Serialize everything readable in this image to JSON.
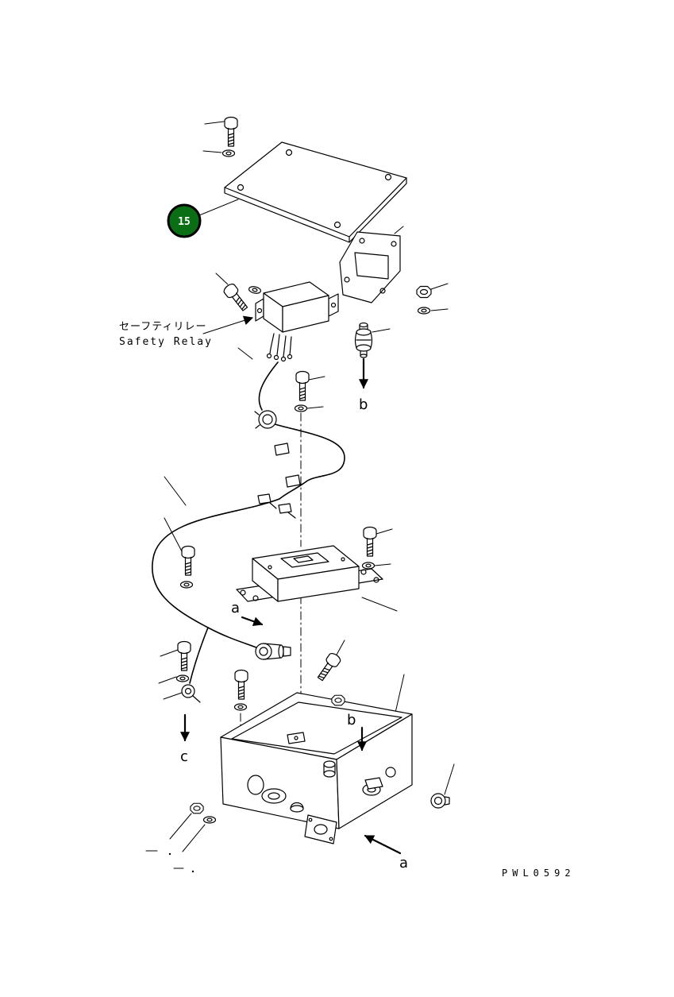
{
  "colors": {
    "badge_fill": "#0a6e14",
    "line": "#000000",
    "background": "#ffffff"
  },
  "badge": {
    "number": "15"
  },
  "labels": {
    "relay_jp": "セーフティリレー",
    "relay_en": "Safety Relay",
    "dir_b_upper": "b",
    "dir_a_mid": "a",
    "dir_c": "c",
    "dir_b_lower": "b",
    "dir_a_bottom": "a"
  },
  "drawing_code": "PWL0592"
}
